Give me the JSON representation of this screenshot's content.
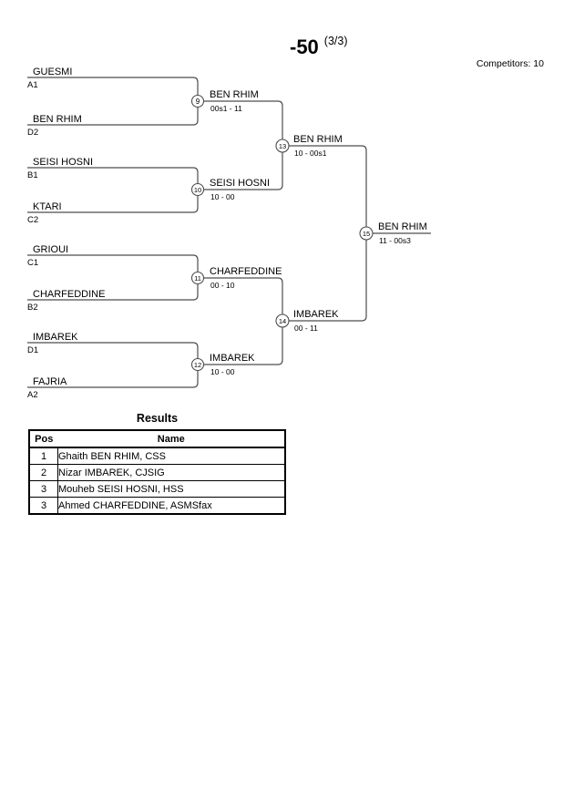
{
  "page": {
    "title": "-50",
    "title_sup": "(3/3)",
    "competitors_label": "Competitors: 10"
  },
  "colors": {
    "line": "#4d4d4d",
    "text": "#000000",
    "background": "#ffffff"
  },
  "bracket": {
    "round1": [
      {
        "name": "GUESMI",
        "seed": "A1"
      },
      {
        "name": "BEN RHIM",
        "seed": "D2"
      },
      {
        "name": "SEISI HOSNI",
        "seed": "B1"
      },
      {
        "name": "KTARI",
        "seed": "C2"
      },
      {
        "name": "GRIOUI",
        "seed": "C1"
      },
      {
        "name": "CHARFEDDINE",
        "seed": "B2"
      },
      {
        "name": "IMBAREK",
        "seed": "D1"
      },
      {
        "name": "FAJRIA",
        "seed": "A2"
      }
    ],
    "matches": [
      {
        "no": "9",
        "winner": "BEN RHIM",
        "score": "00s1 - 11"
      },
      {
        "no": "10",
        "winner": "SEISI HOSNI",
        "score": "10 - 00"
      },
      {
        "no": "11",
        "winner": "CHARFEDDINE",
        "score": "00 - 10"
      },
      {
        "no": "12",
        "winner": "IMBAREK",
        "score": "10 - 00"
      },
      {
        "no": "13",
        "winner": "BEN RHIM",
        "score": "10 - 00s1"
      },
      {
        "no": "14",
        "winner": "IMBAREK",
        "score": "00 - 11"
      },
      {
        "no": "15",
        "winner": "BEN RHIM",
        "score": "11 - 00s3"
      }
    ]
  },
  "results": {
    "title": "Results",
    "columns": [
      "Pos",
      "Name"
    ],
    "rows": [
      {
        "pos": "1",
        "name": "Ghaith BEN RHIM, CSS"
      },
      {
        "pos": "2",
        "name": "Nizar IMBAREK, CJSIG"
      },
      {
        "pos": "3",
        "name": "Mouheb SEISI HOSNI, HSS"
      },
      {
        "pos": "3",
        "name": "Ahmed CHARFEDDINE, ASMSfax"
      }
    ]
  }
}
